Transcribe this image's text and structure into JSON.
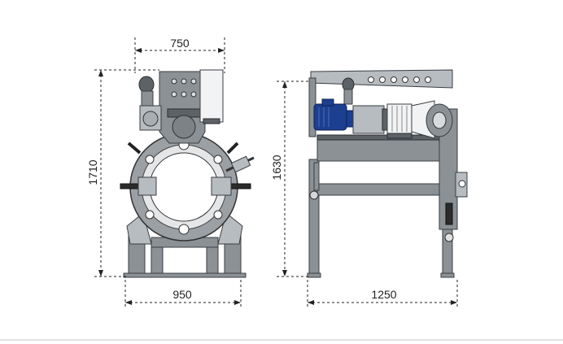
{
  "dimensions": {
    "front_top_width": "750",
    "front_height": "1710",
    "front_base_width": "950",
    "side_height": "1630",
    "side_base_width": "1250"
  },
  "colors": {
    "frame_grey": "#8c9196",
    "motor_blue": "#1d3f8f",
    "line": "#222222"
  }
}
